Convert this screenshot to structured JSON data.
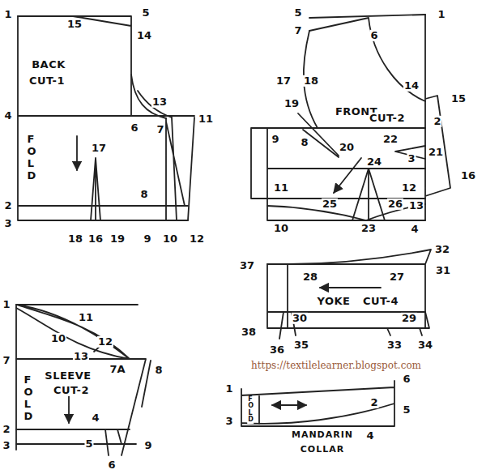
{
  "diagram": {
    "labels": [
      "1",
      "15",
      "5",
      "14",
      "BACK",
      "CUT-1",
      "4",
      "13",
      "6",
      "7",
      "11",
      "FOLD",
      "17",
      "8",
      "2",
      "3",
      "18",
      "16",
      "19",
      "9",
      "10",
      "12",
      "5",
      "6",
      "1",
      "7",
      "17",
      "18",
      "14",
      "15",
      "19",
      "FRONT",
      "CUT-2",
      "2",
      "9",
      "8",
      "20",
      "22",
      "21",
      "24",
      "3",
      "16",
      "11",
      "12",
      "13",
      "10",
      "25",
      "23",
      "26",
      "4",
      "32",
      "37",
      "28",
      "27",
      "31",
      "YOKE",
      "CUT-4",
      "30",
      "29",
      "38",
      "36",
      "35",
      "33",
      "34",
      "https://textilelearner.blogspot.com",
      "1",
      "11",
      "10",
      "12",
      "13",
      "7",
      "7A",
      "8",
      "FOLD",
      "SLEEVE",
      "CUT-2",
      "4",
      "2",
      "3",
      "5",
      "9",
      "6",
      "1",
      "6",
      "FOLD",
      "2",
      "5",
      "3",
      "4",
      "MANDARIN COLLAR"
    ]
  }
}
